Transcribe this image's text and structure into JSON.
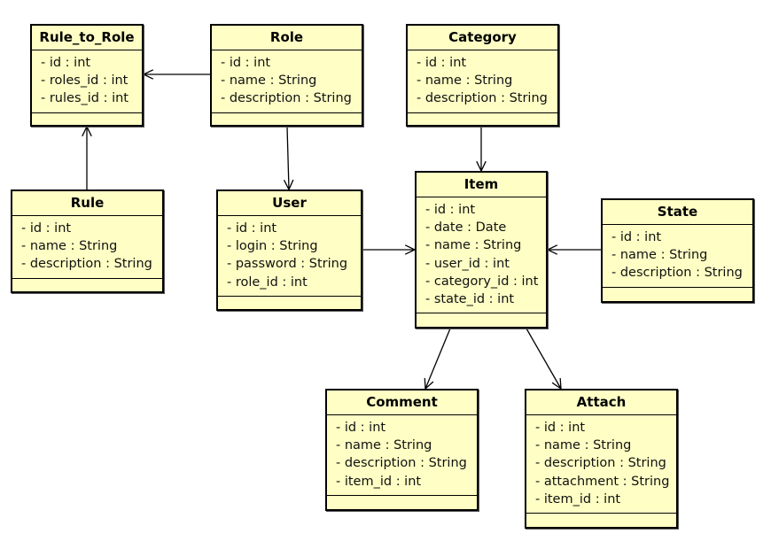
{
  "classes": [
    {
      "key": "rule_to_role",
      "name": "Rule_to_Role",
      "attributes": [
        "- id : int",
        "- roles_id : int",
        "- rules_id : int"
      ]
    },
    {
      "key": "role",
      "name": "Role",
      "attributes": [
        "- id : int",
        "- name : String",
        "- description : String"
      ]
    },
    {
      "key": "category",
      "name": "Category",
      "attributes": [
        "- id : int",
        "- name : String",
        "- description : String"
      ]
    },
    {
      "key": "rule",
      "name": "Rule",
      "attributes": [
        "- id : int",
        "- name : String",
        "- description : String"
      ]
    },
    {
      "key": "user",
      "name": "User",
      "attributes": [
        "- id : int",
        "- login : String",
        "- password : String",
        "- role_id : int"
      ]
    },
    {
      "key": "item",
      "name": "Item",
      "attributes": [
        "- id : int",
        "- date : Date",
        "- name : String",
        "- user_id : int",
        "- category_id : int",
        "- state_id : int"
      ]
    },
    {
      "key": "state",
      "name": "State",
      "attributes": [
        "- id : int",
        "- name : String",
        "- description : String"
      ]
    },
    {
      "key": "comment",
      "name": "Comment",
      "attributes": [
        "- id : int",
        "- name : String",
        "- description : String",
        "- item_id : int"
      ]
    },
    {
      "key": "attach",
      "name": "Attach",
      "attributes": [
        "- id : int",
        "- name : String",
        "- description : String",
        "- attachment : String",
        "- item_id : int"
      ]
    }
  ],
  "associations": [
    {
      "from": "role",
      "to": "rule_to_role"
    },
    {
      "from": "rule",
      "to": "rule_to_role"
    },
    {
      "from": "role",
      "to": "user"
    },
    {
      "from": "category",
      "to": "item"
    },
    {
      "from": "user",
      "to": "item"
    },
    {
      "from": "state",
      "to": "item"
    },
    {
      "from": "item",
      "to": "comment"
    },
    {
      "from": "item",
      "to": "attach"
    }
  ]
}
